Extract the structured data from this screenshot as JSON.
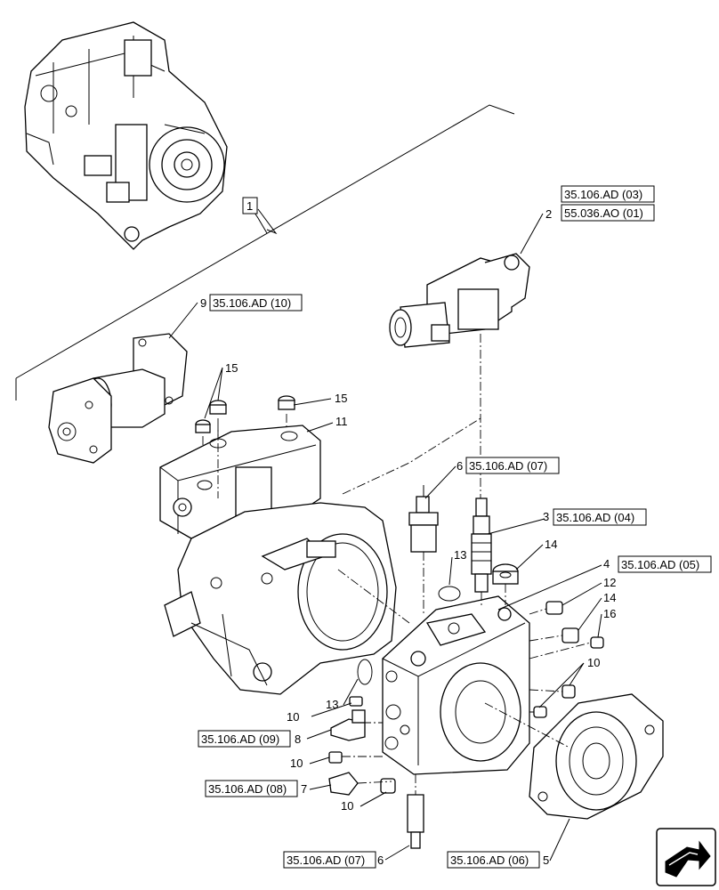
{
  "callouts": {
    "c1_num": "1",
    "c2_num": "2",
    "c2_ref_a": "35.106.AD (03)",
    "c2_ref_b": "55.036.AO (01)",
    "c9_num": "9",
    "c9_ref": "35.106.AD (10)",
    "c15a_num": "15",
    "c15b_num": "15",
    "c11_num": "11",
    "c6a_num": "6",
    "c6a_ref": "35.106.AD (07)",
    "c3_num": "3",
    "c3_ref": "35.106.AD (04)",
    "c14a_num": "14",
    "c13a_num": "13",
    "c4_num": "4",
    "c4_ref": "35.106.AD (05)",
    "c12_num": "12",
    "c14b_num": "14",
    "c16_num": "16",
    "c10a_num": "10",
    "c13b_num": "13",
    "c10b_num": "10",
    "c8_num": "8",
    "c8_ref": "35.106.AD (09)",
    "c10c_num": "10",
    "c7_num": "7",
    "c7_ref": "35.106.AD (08)",
    "c10d_num": "10",
    "c6b_num": "6",
    "c6b_ref": "35.106.AD (07)",
    "c5_num": "5",
    "c5_ref": "35.106.AD (06)"
  },
  "icons": {
    "navigation": "next-page-arrow-icon"
  }
}
